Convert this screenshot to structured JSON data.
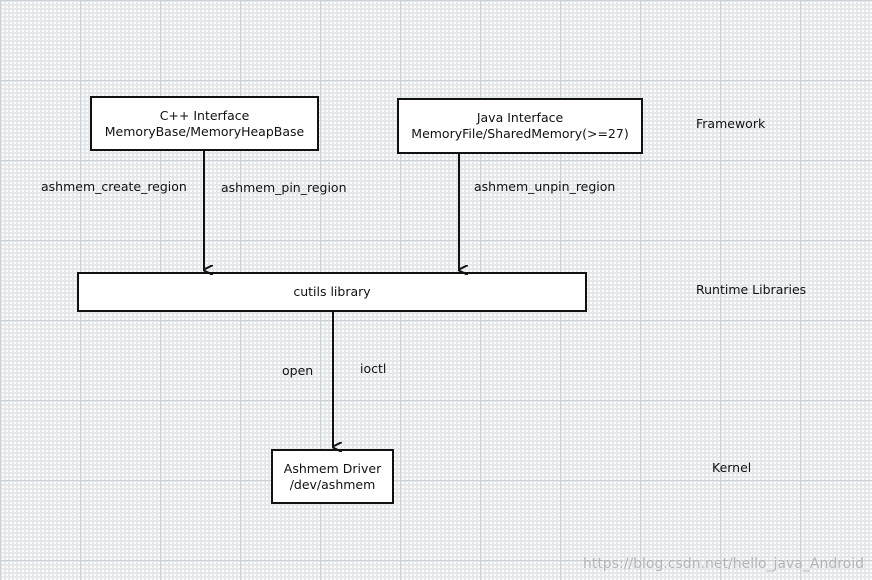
{
  "boxes": {
    "cpp": {
      "line1": "C++ Interface",
      "line2": "MemoryBase/MemoryHeapBase"
    },
    "java": {
      "line1": "Java Interface",
      "line2": "MemoryFile/SharedMemory(>=27)"
    },
    "cutils": {
      "line1": "cutils library"
    },
    "driver": {
      "line1": "Ashmem Driver",
      "line2": "/dev/ashmem"
    }
  },
  "edge_labels": {
    "create_region": "ashmem_create_region",
    "pin_region": "ashmem_pin_region",
    "unpin_region": "ashmem_unpin_region",
    "open": "open",
    "ioctl": "ioctl"
  },
  "layers": {
    "framework": "Framework",
    "runtime": "Runtime Libraries",
    "kernel": "Kernel"
  },
  "watermark": "https://blog.csdn.net/hello_java_Android"
}
